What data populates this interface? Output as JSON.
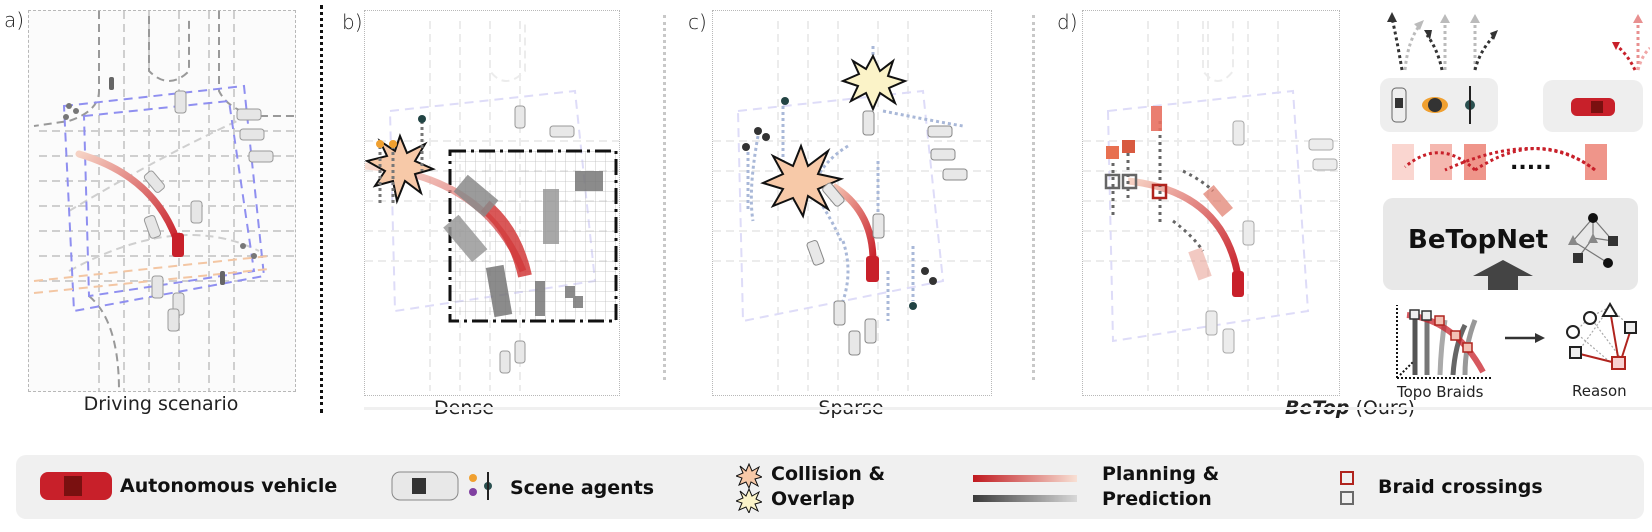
{
  "panels": [
    {
      "id": "a",
      "label": "a)",
      "caption": "Driving scenario"
    },
    {
      "id": "b",
      "label": "b)",
      "caption": "Dense"
    },
    {
      "id": "c",
      "label": "c)",
      "caption": "Sparse"
    },
    {
      "id": "d",
      "label": "d)",
      "caption_bold": "BeTop",
      "caption_rest": " (Ours)"
    }
  ],
  "betopnet": {
    "title": "BeTopNet",
    "topo_braids_label": "Topo Braids",
    "reason_label": "Reason",
    "ellipsis": "....."
  },
  "legend": {
    "autonomous_vehicle": "Autonomous vehicle",
    "scene_agents": "Scene agents",
    "collision_line1": "Collision &",
    "collision_line2": "Overlap",
    "planning_line1": "Planning &",
    "planning_line2": "Prediction",
    "braid_crossings": "Braid crossings"
  },
  "colors": {
    "ego_red": "#c8202a",
    "plan_gradient_start": "#c0191f",
    "plan_gradient_end": "#f8e0d4",
    "pred_gradient_start": "#3a3a3a",
    "pred_gradient_end": "#d8d8d8",
    "map_blue": "#8f8ff0",
    "collision_fill": "#f7c9a8",
    "overlap_fill": "#fbf3c8",
    "braid_red": "#b0241e",
    "braid_gray": "#6a6a6a",
    "legend_bg": "#f0f0f0"
  }
}
